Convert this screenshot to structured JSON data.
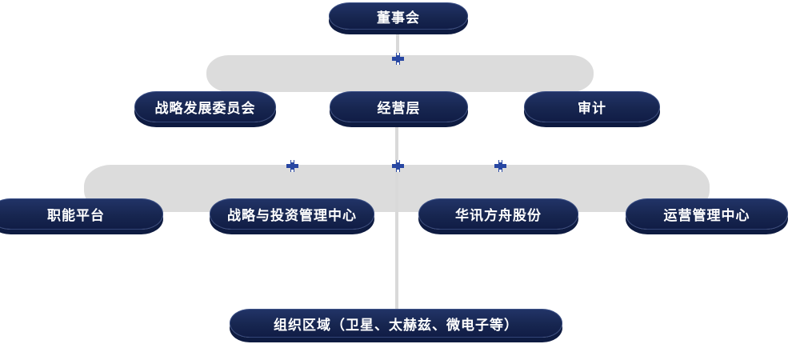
{
  "chart": {
    "type": "org-chart",
    "root": {
      "label": "董事会"
    },
    "level2": [
      {
        "label": "战略发展委员会"
      },
      {
        "label": "经营层"
      },
      {
        "label": "审计"
      }
    ],
    "level3": [
      {
        "label": "职能平台"
      },
      {
        "label": "战略与投资管理中心"
      },
      {
        "label": "华讯方舟股份"
      },
      {
        "label": "运营管理中心"
      }
    ],
    "level4": [
      {
        "label": "组织区域（卫星、太赫兹、微电子等）"
      }
    ],
    "icons": {
      "connector": "plus-cross-icon"
    },
    "colors": {
      "node_gradient_top": "#223468",
      "node_gradient_bottom": "#101c45",
      "node_shadow": "#0e1b41",
      "band": "#dcdcdc",
      "line": "#d9d9d9",
      "cross": "#2847a2",
      "text": "#ffffff"
    }
  }
}
